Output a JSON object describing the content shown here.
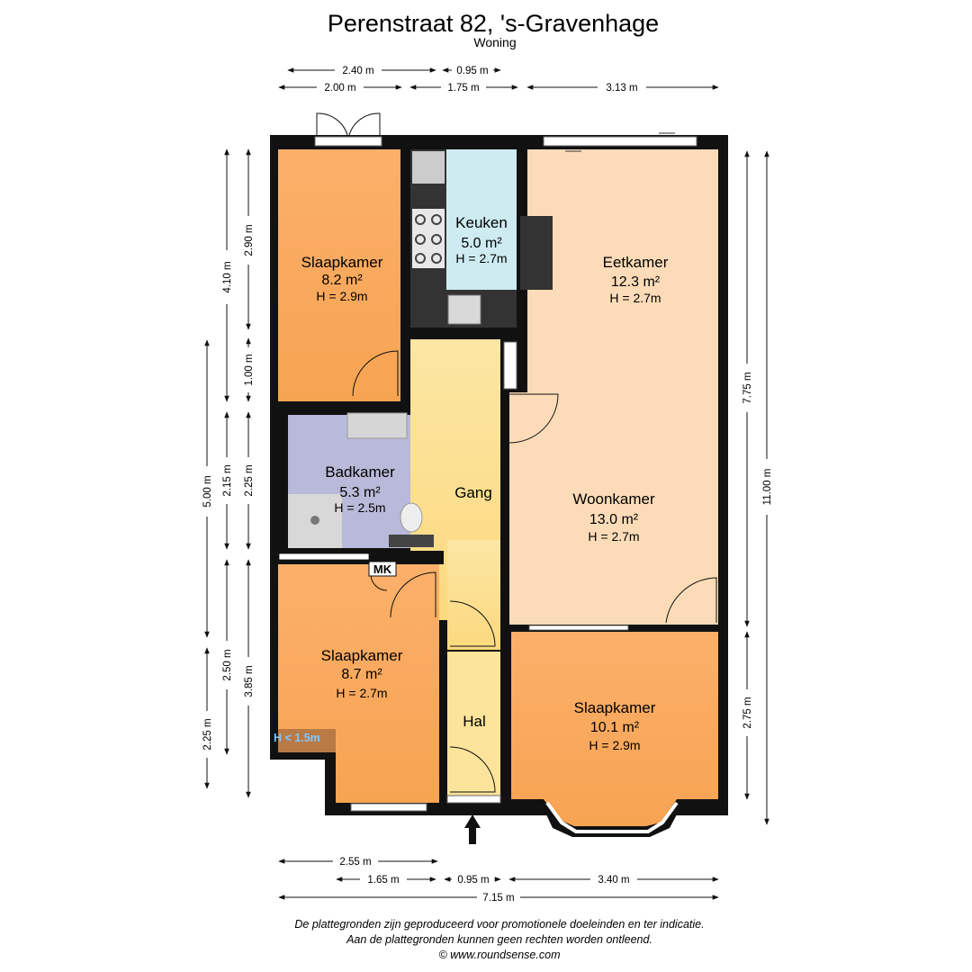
{
  "header": {
    "title": "Perenstraat 82, 's-Gravenhage",
    "subtitle": "Woning"
  },
  "rooms": {
    "slaapkamer_top": {
      "name": "Slaapkamer",
      "area": "8.2 m²",
      "height": "H = 2.9m"
    },
    "keuken": {
      "name": "Keuken",
      "area": "5.0 m²",
      "height": "H = 2.7m"
    },
    "eetkamer": {
      "name": "Eetkamer",
      "area": "12.3 m²",
      "height": "H = 2.7m"
    },
    "badkamer": {
      "name": "Badkamer",
      "area": "5.3 m²",
      "height": "H = 2.5m"
    },
    "gang": {
      "name": "Gang"
    },
    "woonkamer": {
      "name": "Woonkamer",
      "area": "13.0 m²",
      "height": "H = 2.7m"
    },
    "slaapkamer_left": {
      "name": "Slaapkamer",
      "area": "8.7 m²",
      "height": "H = 2.7m"
    },
    "hal": {
      "name": "Hal"
    },
    "slaapkamer_right": {
      "name": "Slaapkamer",
      "area": "10.1 m²",
      "height": "H = 2.9m"
    }
  },
  "labels": {
    "mk": "MK",
    "height_note": "H < 1.5m"
  },
  "dimensions": {
    "top_row1_a": "2.40 m",
    "top_row1_b": "0.95 m",
    "top_row2_a": "2.00 m",
    "top_row2_b": "1.75 m",
    "top_row2_c": "3.13 m",
    "left_a": "4.10 m",
    "left_b": "2.90 m",
    "left_c": "1.00 m",
    "left_d": "5.00 m",
    "left_e": "2.15 m",
    "left_f": "2.25 m",
    "left_g": "2.50 m",
    "left_h": "3.85 m",
    "left_i": "2.25 m",
    "right_a": "7.75 m",
    "right_b": "11.00 m",
    "right_c": "2.75 m",
    "bottom_row1": "2.55 m",
    "bottom_row2_a": "1.65 m",
    "bottom_row2_b": "0.95 m",
    "bottom_row2_c": "3.40 m",
    "bottom_total": "7.15 m"
  },
  "footer": {
    "line1": "De plattegronden zijn geproduceerd voor promotionele doeleinden en ter indicatie.",
    "line2": "Aan de plattegronden kunnen geen rechten worden ontleend.",
    "line3": "© www.roundsense.com"
  },
  "colors": {
    "bedroom": "#f9ad5e",
    "kitchen": "#cdebf1",
    "living": "#fcdcb8",
    "bathroom": "#b9b9d9",
    "hallway": "#fce49a",
    "walls": "#111111",
    "dark_appliance": "#333333"
  }
}
